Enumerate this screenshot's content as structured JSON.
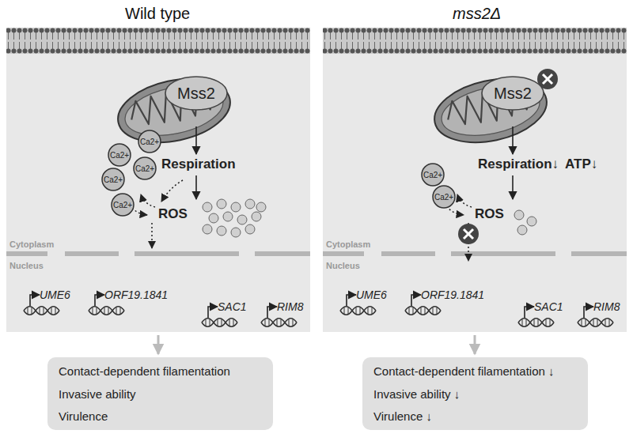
{
  "diagram": {
    "nodes": [
      {
        "text": [
          "Mss2"
        ]
      },
      {
        "text": [
          "Ca2+"
        ]
      },
      {
        "text": [
          "Ca2+"
        ]
      },
      {
        "text": [
          "Ca2+"
        ]
      },
      {
        "text": [
          "Ca2+"
        ]
      },
      {
        "text": [
          "Ca2+"
        ]
      },
      {
        "text": [
          "Contact-dependent filamentation",
          "Invasive ability",
          "Virulence"
        ]
      },
      {
        "text": [
          "Mss2"
        ]
      },
      {
        "text": [
          "Ca2+"
        ]
      },
      {
        "text": [
          "Ca2+"
        ]
      },
      {
        "text": [
          "Contact-dependent filamentation ↓",
          "Invasive ability ↓",
          "Virulence ↓"
        ]
      }
    ],
    "labels": [
      "Wild type",
      "mss2Δ",
      "Respiration",
      "ROS",
      "Cytoplasm",
      "Nucleus",
      "UME6",
      "ORF19.1841",
      "SAC1",
      "RIM8",
      "Respiration↓",
      "ATP↓",
      "ROS",
      "Cytoplasm",
      "Nucleus",
      "UME6",
      "ORF19.1841",
      "SAC1",
      "RIM8"
    ]
  }
}
